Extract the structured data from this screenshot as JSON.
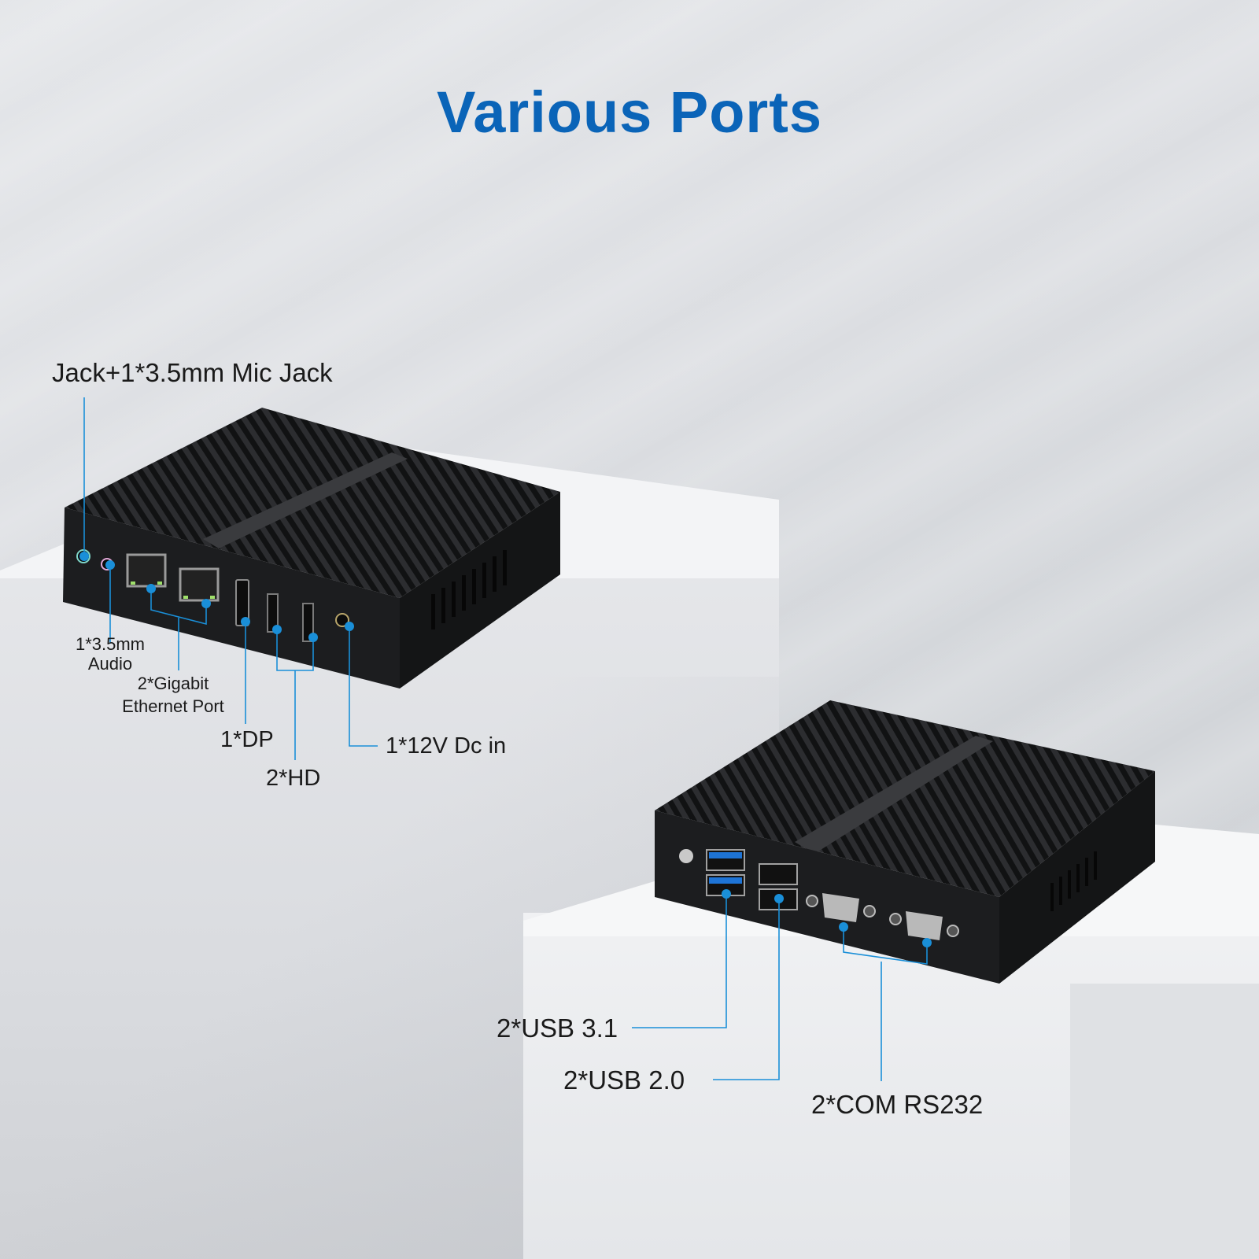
{
  "title": "Various Ports",
  "colors": {
    "title": "#0a64b8",
    "callout_line": "#1a8fd8",
    "device_body": "#1b1c1e",
    "usb3_blue": "#1e74d6"
  },
  "devices": [
    {
      "name": "front-view",
      "ports": [
        {
          "label": "Jack+1*3.5mm Mic Jack",
          "icon": "mic-jack-icon"
        },
        {
          "label_line1": "1*3.5mm",
          "label_line2": "Audio",
          "icon": "audio-jack-icon"
        },
        {
          "label_line1": "2*Gigabit",
          "label_line2": "Ethernet Port",
          "icon": "ethernet-port-icon"
        },
        {
          "label": "1*DP",
          "icon": "displayport-icon"
        },
        {
          "label": "2*HD",
          "icon": "hdmi-port-icon"
        },
        {
          "label": "1*12V Dc in",
          "icon": "dc-in-icon"
        }
      ]
    },
    {
      "name": "rear-view",
      "ports": [
        {
          "label": "2*USB 3.1",
          "icon": "usb3-port-icon"
        },
        {
          "label": "2*USB 2.0",
          "icon": "usb2-port-icon"
        },
        {
          "label": "2*COM RS232",
          "icon": "serial-port-icon"
        }
      ]
    }
  ]
}
